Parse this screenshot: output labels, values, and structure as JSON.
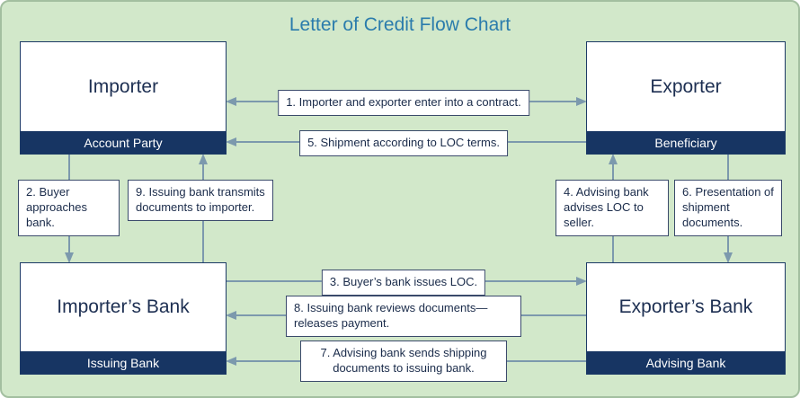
{
  "title": "Letter of Credit Flow Chart",
  "nodes": {
    "importer": {
      "label": "Importer",
      "role": "Account Party"
    },
    "exporter": {
      "label": "Exporter",
      "role": "Beneficiary"
    },
    "importer_bank": {
      "label": "Importer’s Bank",
      "role": "Issuing Bank"
    },
    "exporter_bank": {
      "label": "Exporter’s Bank",
      "role": "Advising Bank"
    }
  },
  "steps": {
    "1": "1. Importer and exporter enter into a contract.",
    "2": "2. Buyer approaches bank.",
    "3": "3. Buyer’s bank issues LOC.",
    "4": "4. Advising bank advises LOC to seller.",
    "5": "5. Shipment according to LOC terms.",
    "6": "6. Presentation of shipment documents.",
    "7": "7. Advising bank sends shipping documents to issuing bank.",
    "8": "8. Issuing bank reviews documents—releases payment.",
    "9": "9. Issuing bank transmits documents to importer."
  },
  "connections": [
    {
      "step": "1",
      "from": "importer",
      "to": "exporter",
      "bidirectional": true
    },
    {
      "step": "2",
      "from": "importer",
      "to": "importer_bank"
    },
    {
      "step": "3",
      "from": "importer_bank",
      "to": "exporter_bank"
    },
    {
      "step": "4",
      "from": "exporter_bank",
      "to": "exporter"
    },
    {
      "step": "5",
      "from": "exporter",
      "to": "importer"
    },
    {
      "step": "6",
      "from": "exporter",
      "to": "exporter_bank"
    },
    {
      "step": "7",
      "from": "exporter_bank",
      "to": "importer_bank"
    },
    {
      "step": "8",
      "from": "exporter_bank",
      "to": "importer_bank"
    },
    {
      "step": "9",
      "from": "importer_bank",
      "to": "importer"
    }
  ],
  "colors": {
    "background": "#d2e8ca",
    "title": "#2b7cac",
    "node_header": "#173563",
    "arrow": "#7c99ad",
    "text": "#1a2b4a"
  }
}
